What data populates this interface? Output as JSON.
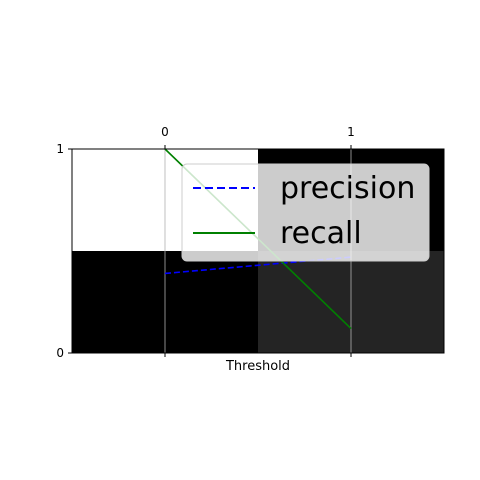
{
  "chart_data": {
    "type": "line",
    "title": "",
    "xlabel": "Threshold",
    "ylabel": "",
    "xlim": [
      -0.5,
      1.5
    ],
    "ylim": [
      0,
      1
    ],
    "x_ticks": [
      0,
      1
    ],
    "y_ticks": [
      0,
      1
    ],
    "x_tick_labels": [
      "0",
      "1"
    ],
    "y_tick_labels": [
      "0",
      "1"
    ],
    "x_ticks_top": true,
    "grid": true,
    "background": {
      "type": "heatmap",
      "cells": [
        {
          "x": 0,
          "y": 1,
          "color": "#ffffff"
        },
        {
          "x": 1,
          "y": 1,
          "color": "#000000"
        },
        {
          "x": 0,
          "y": 0,
          "color": "#000000"
        },
        {
          "x": 1,
          "y": 0,
          "color": "#242424"
        }
      ]
    },
    "series": [
      {
        "name": "precision",
        "color": "#0000ff",
        "style": "dashed",
        "x": [
          0,
          1
        ],
        "y": [
          0.39,
          0.47
        ]
      },
      {
        "name": "recall",
        "color": "#008000",
        "style": "solid",
        "x": [
          0,
          1
        ],
        "y": [
          1.0,
          0.12
        ]
      }
    ],
    "legend_location": "upper right"
  }
}
